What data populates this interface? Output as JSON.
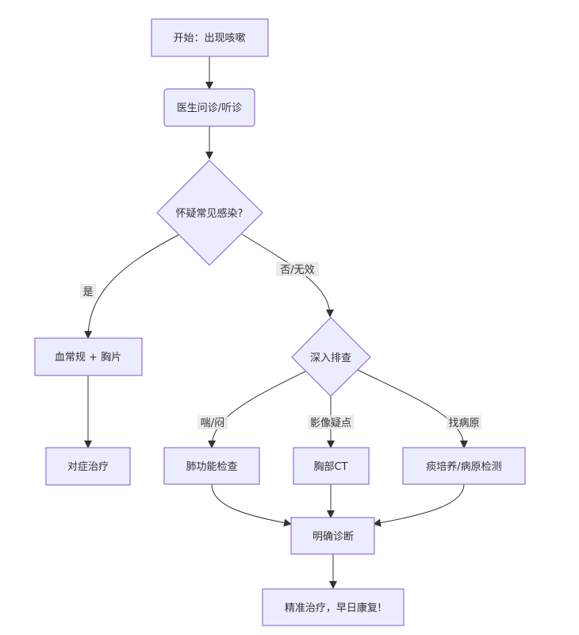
{
  "nodes": {
    "start": "开始：出现咳嗽",
    "consult": "医生问诊/听诊",
    "infection": "怀疑常见感染?",
    "blood": "血常规 + 胸片",
    "symptomatic": "对症治疗",
    "deep": "深入排查",
    "lung": "肺功能检查",
    "ct": "胸部CT",
    "sputum": "痰培养/病原检测",
    "diagnosis": "明确诊断",
    "treatment": "精准治疗，早日康复!"
  },
  "edge_labels": {
    "yes": "是",
    "no": "否/无效",
    "wheeze": "喘/闷",
    "imaging": "影像疑点",
    "pathogen": "找病原"
  },
  "colors": {
    "node_fill": "#ececff",
    "node_stroke": "#9370db",
    "edge": "#333333",
    "label_bg": "#e8e8e8"
  }
}
